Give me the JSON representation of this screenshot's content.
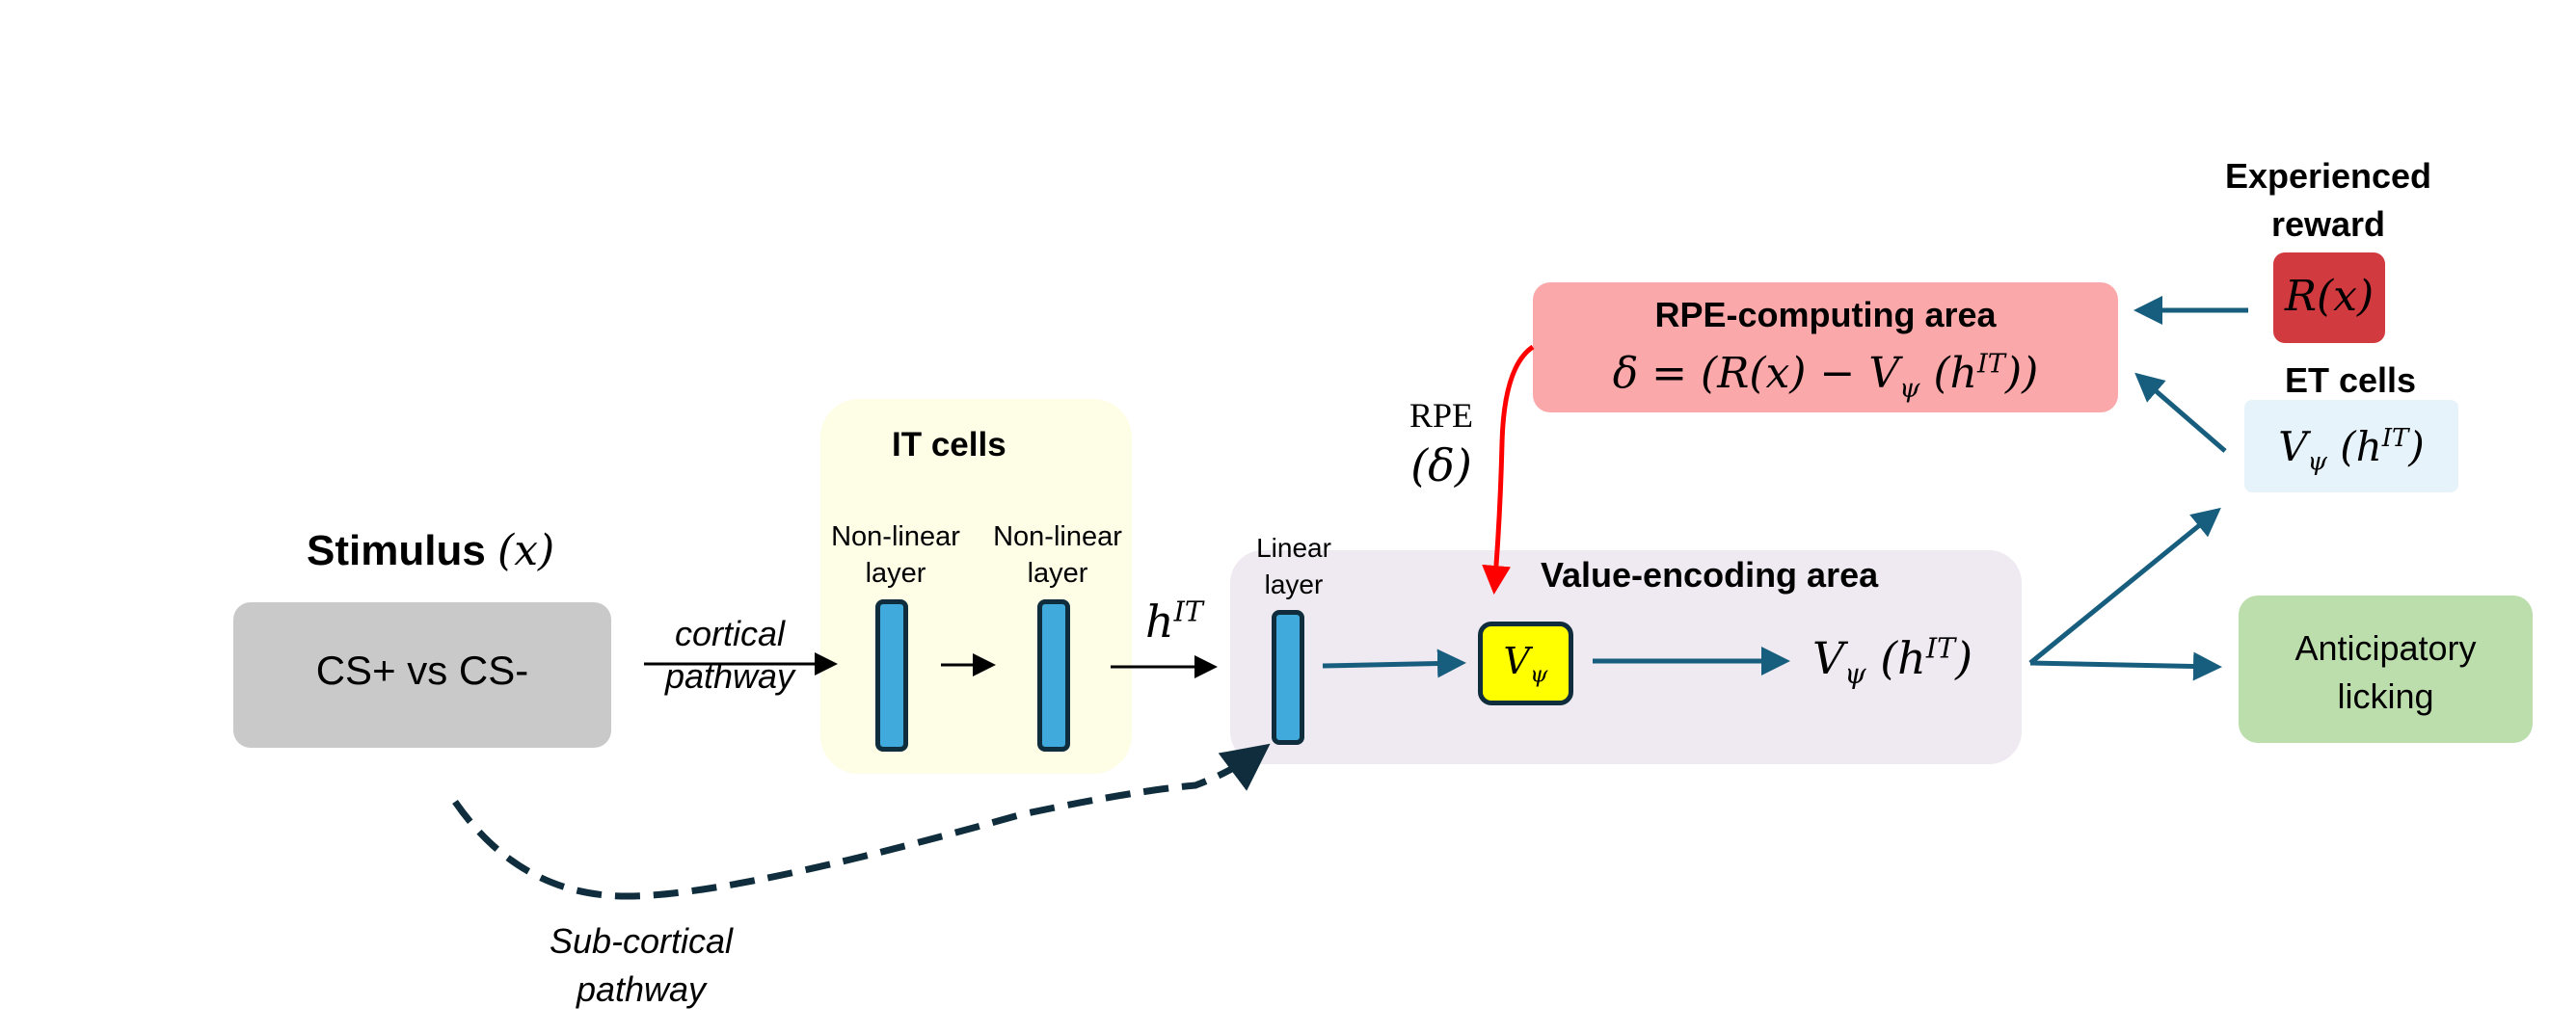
{
  "stimulus": {
    "title": "Stimulus",
    "var": "(x)",
    "box_text": "CS+ vs CS-"
  },
  "cortical_pathway": {
    "line1": "cortical",
    "line2": "pathway"
  },
  "subcortical_pathway": {
    "line1": "Sub-cortical",
    "line2": "pathway"
  },
  "it_cells": {
    "title": "IT cells",
    "layer1": {
      "line1": "Non-linear",
      "line2": "layer"
    },
    "layer2": {
      "line1": "Non-linear",
      "line2": "layer"
    }
  },
  "h_it": {
    "base": "h",
    "sup": "IT"
  },
  "value_area": {
    "title": "Value-encoding area",
    "linear_layer": {
      "line1": "Linear",
      "line2": "layer"
    },
    "v_box": {
      "base": "V",
      "sub": "ψ"
    },
    "output": {
      "base": "V",
      "sub": "ψ",
      "arg_open": "(h",
      "sup": "IT",
      "arg_close": ")"
    }
  },
  "rpe_label": {
    "line1": "RPE",
    "line2": "(δ)"
  },
  "rpe_area": {
    "title": "RPE-computing area",
    "eq_prefix": "δ = (R(x) − V",
    "eq_sub": "ψ",
    "eq_mid": " (h",
    "eq_sup": "IT",
    "eq_suffix": "))"
  },
  "experienced_reward": {
    "line1": "Experienced",
    "line2": "reward",
    "box_text": "R(x)"
  },
  "et_cells": {
    "title": "ET cells",
    "base": "V",
    "sub": "ψ",
    "arg_open": " (h",
    "sup": "IT",
    "arg_close": ")"
  },
  "licking": {
    "line1": "Anticipatory",
    "line2": "licking"
  },
  "colors": {
    "stimulus_box": "#c9c9c9",
    "it_box": "#fefde6",
    "value_box": "#efe9f1",
    "rpe_box": "#fba8aa",
    "reward_box": "#d13a3f",
    "et_box": "#e6f3fb",
    "licking_box": "#bbdeac",
    "layer_fill": "#3faadb",
    "v_box": "#ffff00",
    "blue_arrow": "#175d7e",
    "red_arrow": "#ff0000"
  }
}
